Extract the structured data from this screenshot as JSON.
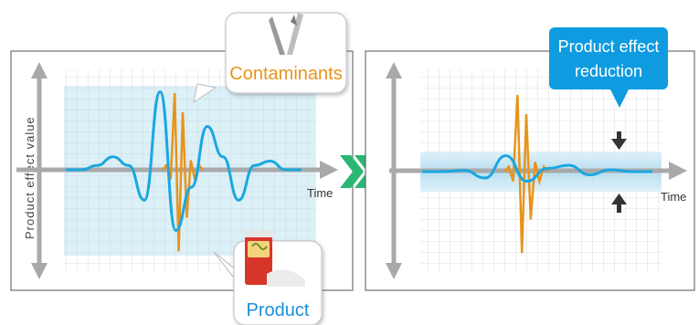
{
  "left_panel": {
    "axis_label": "Product effect value",
    "time_label": "Time",
    "contaminants_label": "Contaminants",
    "product_label": "Product",
    "product_wave": [
      0,
      0,
      0.05,
      0.15,
      0.05,
      -0.35,
      0.9,
      -0.7,
      -0.2,
      0.5,
      0.15,
      -0.35,
      0.05,
      0.1,
      0,
      0
    ],
    "contaminant_wave": [
      0,
      0.05,
      -0.1,
      0.8,
      -0.85,
      0.6,
      -0.5,
      0.1,
      -0.1,
      0.05,
      0
    ]
  },
  "right_panel": {
    "time_label": "Time",
    "reduction_label_line1": "Product effect",
    "reduction_label_line2": "reduction",
    "product_wave": [
      0,
      0,
      0.02,
      -0.1,
      0.25,
      -0.15,
      0.05,
      0.1,
      -0.05,
      0.03,
      0,
      0
    ],
    "contaminant_wave": [
      0,
      0.05,
      -0.1,
      0.8,
      -0.85,
      0.6,
      -0.5,
      0.1,
      -0.1,
      0.05,
      0
    ]
  },
  "colors": {
    "product_line": "#1aa7e0",
    "contaminant_line": "#e8941a",
    "band": "#bfe3f3",
    "axis": "#a9a9a9",
    "chevron": "#2bb673",
    "callout_bg": "#0f9be0"
  }
}
